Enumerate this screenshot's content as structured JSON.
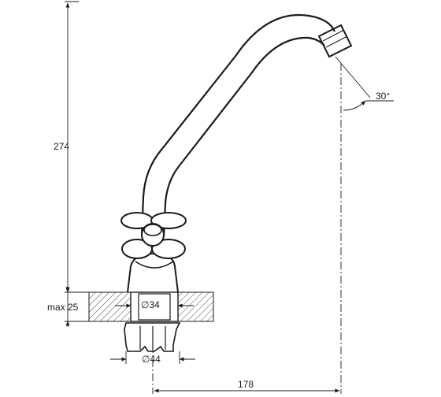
{
  "dimensions": {
    "height": "274",
    "spout_angle": "30°",
    "max_thickness": "max 25",
    "hole_diameter": "∅34",
    "base_diameter": "∅44",
    "reach": "178"
  },
  "colors": {
    "line": "#1a1a1a",
    "hatch": "#1a1a1a",
    "background": "#ffffff"
  }
}
